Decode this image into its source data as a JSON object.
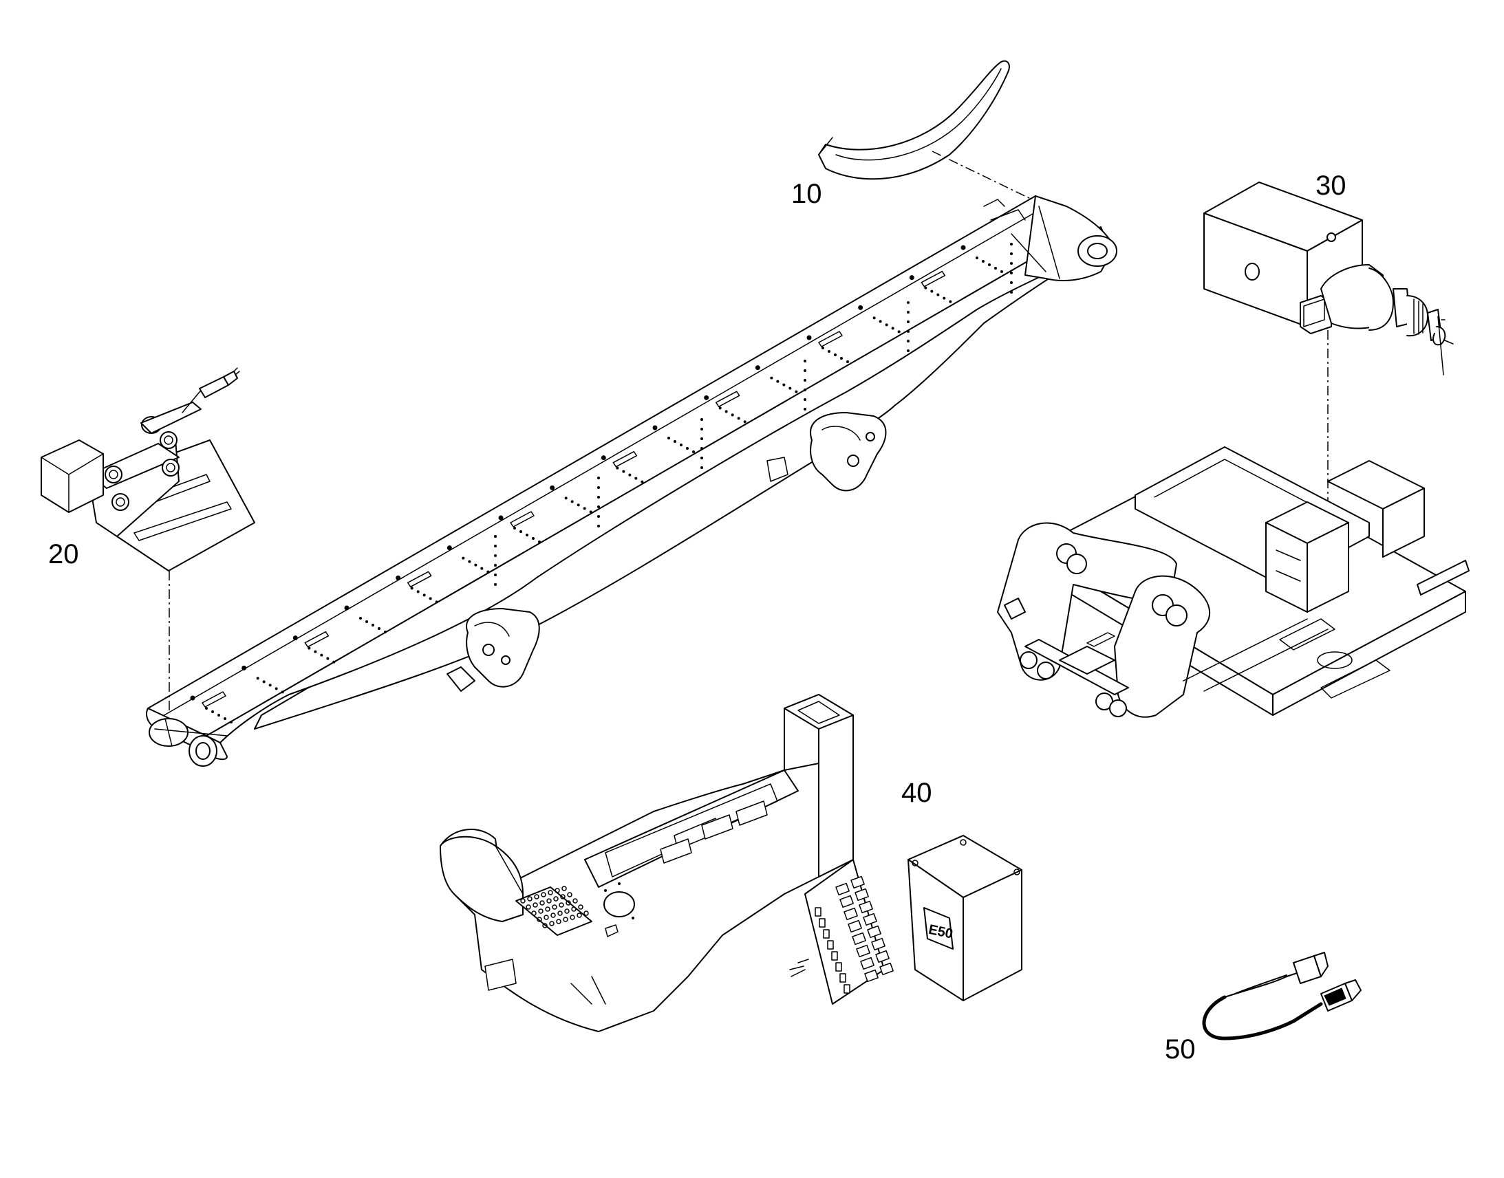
{
  "callouts": {
    "c10": "10",
    "c20": "20",
    "c30": "30",
    "c40": "40",
    "c50": "50"
  },
  "box_marking": "E50"
}
